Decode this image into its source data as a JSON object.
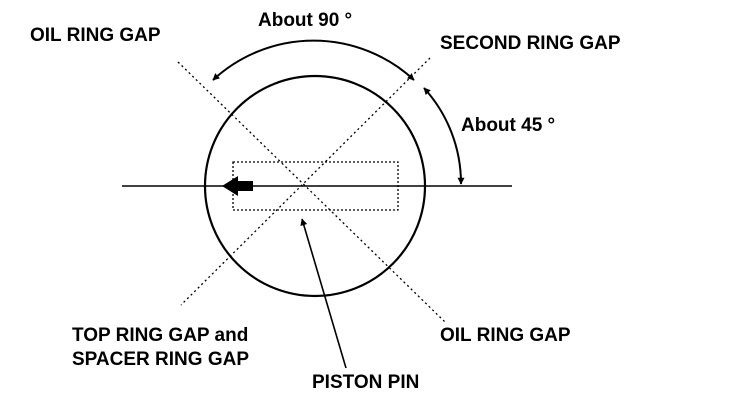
{
  "labels": {
    "oil_ring_gap_upper": "OIL RING GAP",
    "about_90": "About 90 °",
    "second_ring_gap": "SECOND RING GAP",
    "about_45": "About 45 °",
    "top_ring_gap_line1": "TOP RING GAP and",
    "top_ring_gap_line2": "SPACER RING GAP",
    "oil_ring_gap_lower": "OIL RING GAP",
    "piston_pin": "PISTON PIN"
  },
  "colors": {
    "ink": "#000000",
    "background": "#ffffff"
  },
  "icons": {
    "front_direction_arrow": "arrow-left-icon"
  }
}
